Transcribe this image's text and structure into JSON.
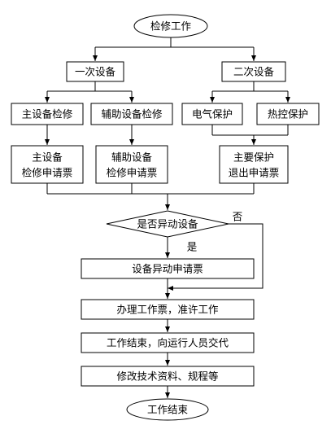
{
  "nodes": {
    "start": "检修工作",
    "primary": "一次设备",
    "secondary": "二次设备",
    "main_repair": "主设备检修",
    "aux_repair": "辅助设备检修",
    "elec_protect": "电气保护",
    "thermal_protect": "热控保护",
    "main_req_line1": "主设备",
    "main_req_line2": "检修申请票",
    "aux_req_line1": "辅助设备",
    "aux_req_line2": "检修申请票",
    "prot_req_line1": "主要保护",
    "prot_req_line2": "退出申请票",
    "decision": "是否异动设备",
    "no_label": "否",
    "yes_label": "是",
    "change_req": "设备异动申请票",
    "work_ticket": "办理工作票，准许工作",
    "work_end": "工作结束，向运行人员交代",
    "modify_docs": "修改技术资料、规程等",
    "end": "工作结束"
  }
}
